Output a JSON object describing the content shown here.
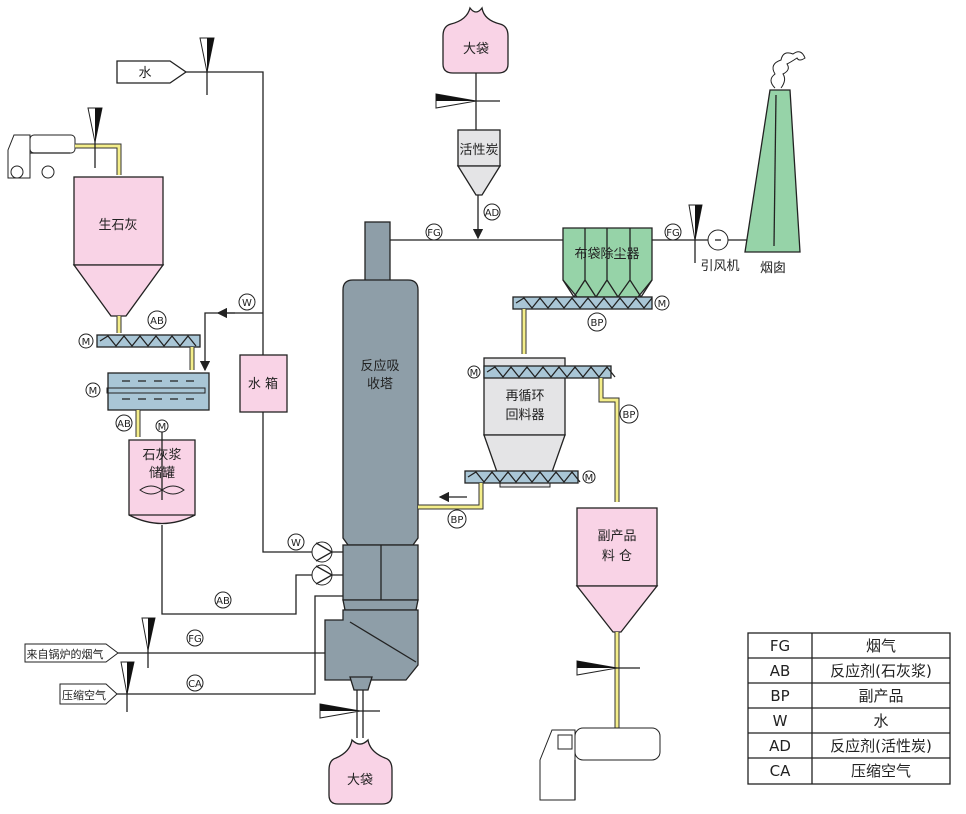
{
  "equipment": {
    "water_source": "水",
    "quicklime_silo": "生石灰",
    "water_tank": "水 箱",
    "slurry_tank_line1": "石灰浆",
    "slurry_tank_line2": "储罐",
    "tower_line1": "反应吸",
    "tower_line2": "收塔",
    "big_bag_top": "大袋",
    "activated_carbon": "活性炭",
    "baghouse": "布袋除尘器",
    "fan": "引风机",
    "chimney": "烟囱",
    "recycler_line1": "再循环",
    "recycler_line2": "回料器",
    "byproduct_silo_line1": "副产品",
    "byproduct_silo_line2": "料 仓",
    "boiler_flue_gas": "来自锅炉的烟气",
    "compressed_air": "压缩空气",
    "big_bag_bottom": "大袋"
  },
  "tags": {
    "W": "W",
    "AB": "AB",
    "M": "M",
    "FG": "FG",
    "CA": "CA",
    "BP": "BP",
    "AD": "AD"
  },
  "legend": [
    {
      "code": "FG",
      "meaning": "烟气"
    },
    {
      "code": "AB",
      "meaning": "反应剂(石灰浆)"
    },
    {
      "code": "BP",
      "meaning": "副产品"
    },
    {
      "code": "W",
      "meaning": "水"
    },
    {
      "code": "AD",
      "meaning": "反应剂(活性炭)"
    },
    {
      "code": "CA",
      "meaning": "压缩空气"
    }
  ],
  "colors": {
    "storage": "#f9d3e6",
    "tower": "#8e9ea8",
    "baghouse": "#96d3a8",
    "conveyor": "#a9c6d6",
    "recycler": "#e4e4e6",
    "solids_line": "#f4ee8a"
  }
}
